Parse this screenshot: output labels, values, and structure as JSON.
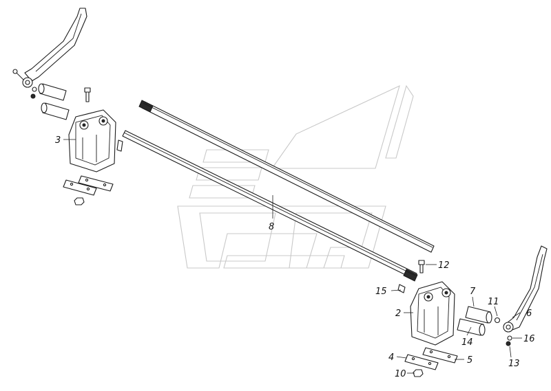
{
  "callouts": [
    {
      "id": "c2",
      "label": "2"
    },
    {
      "id": "c3",
      "label": "3"
    },
    {
      "id": "c4",
      "label": "4"
    },
    {
      "id": "c5",
      "label": "5"
    },
    {
      "id": "c6",
      "label": "6"
    },
    {
      "id": "c7",
      "label": "7"
    },
    {
      "id": "c8",
      "label": "8"
    },
    {
      "id": "c10",
      "label": "10"
    },
    {
      "id": "c11",
      "label": "11"
    },
    {
      "id": "c12",
      "label": "12"
    },
    {
      "id": "c13",
      "label": "13"
    },
    {
      "id": "c14",
      "label": "14"
    },
    {
      "id": "c15",
      "label": "15"
    },
    {
      "id": "c16",
      "label": "16"
    }
  ],
  "colors": {
    "line": "#1a1a1a",
    "watermark": "#c8c8c8",
    "background": "#ffffff"
  }
}
